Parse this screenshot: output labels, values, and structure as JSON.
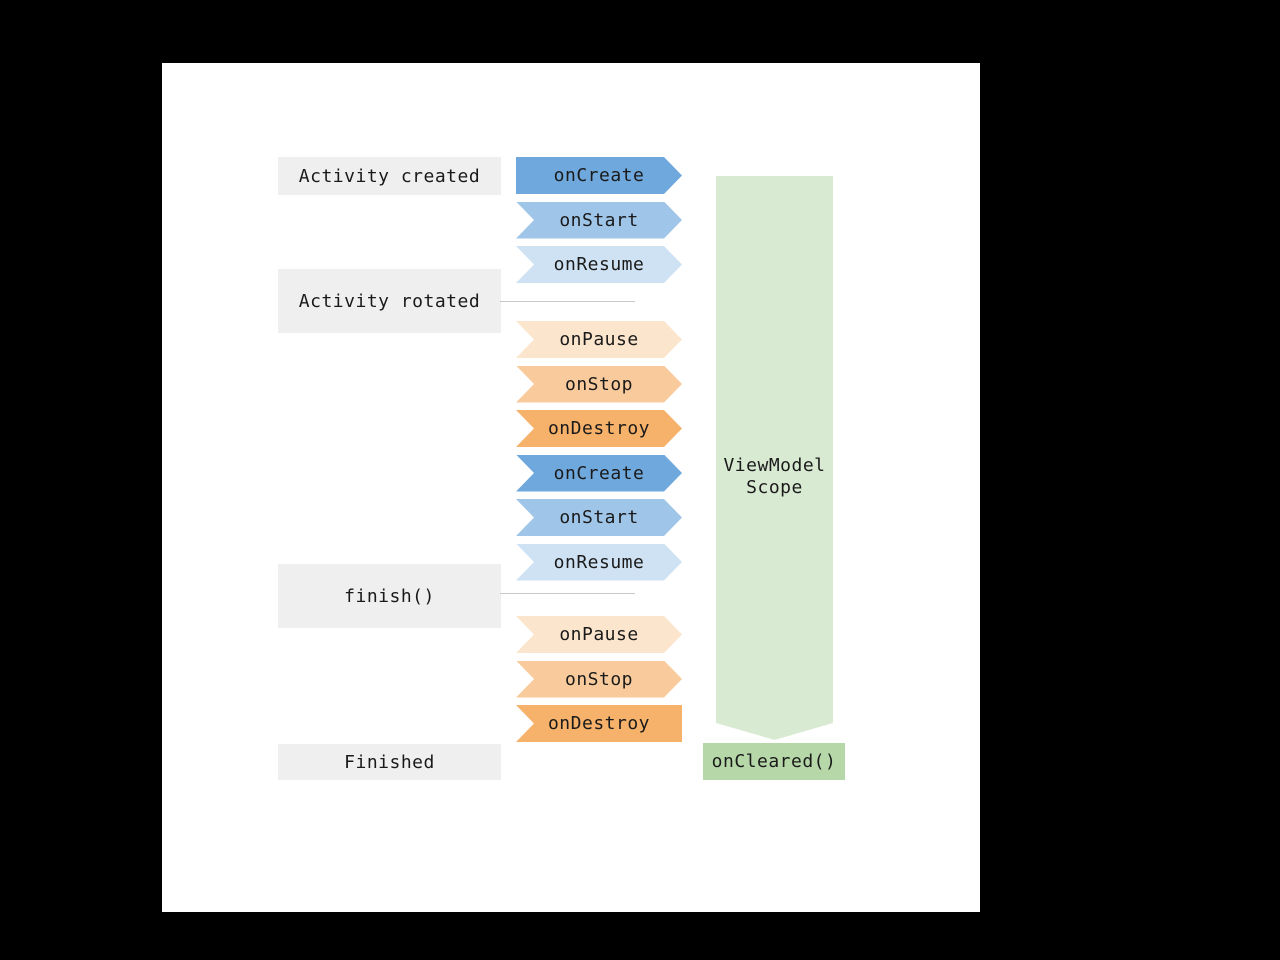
{
  "colors": {
    "blue_strong": "#6FA8DC",
    "blue_medium": "#9FC5E8",
    "blue_light": "#CFE2F3",
    "orange_light": "#FCE5CD",
    "orange_medium": "#F9CB9C",
    "orange_strong": "#F6B26B",
    "green_scope": "#D9EAD3",
    "green_cleared": "#B6D7A8",
    "state_box_gray": "#EFEFEF",
    "divider_gray": "#C9C9C9",
    "canvas_white": "#FFFFFF",
    "page_black": "#000000",
    "text_dark": "#1A1A1A"
  },
  "state_labels": [
    {
      "text": "Activity created"
    },
    {
      "text": "Activity rotated"
    },
    {
      "text": "finish()"
    },
    {
      "text": "Finished"
    }
  ],
  "lifecycle_chevrons": [
    {
      "label": "onCreate",
      "color": "blue_strong",
      "shape": "start"
    },
    {
      "label": "onStart",
      "color": "blue_medium",
      "shape": "mid"
    },
    {
      "label": "onResume",
      "color": "blue_light",
      "shape": "mid"
    },
    {
      "label": "onPause",
      "color": "orange_light",
      "shape": "mid"
    },
    {
      "label": "onStop",
      "color": "orange_medium",
      "shape": "mid"
    },
    {
      "label": "onDestroy",
      "color": "orange_strong",
      "shape": "mid"
    },
    {
      "label": "onCreate",
      "color": "blue_strong",
      "shape": "mid"
    },
    {
      "label": "onStart",
      "color": "blue_medium",
      "shape": "mid"
    },
    {
      "label": "onResume",
      "color": "blue_light",
      "shape": "mid"
    },
    {
      "label": "onPause",
      "color": "orange_light",
      "shape": "mid"
    },
    {
      "label": "onStop",
      "color": "orange_medium",
      "shape": "mid"
    },
    {
      "label": "onDestroy",
      "color": "orange_strong",
      "shape": "end"
    }
  ],
  "viewmodel": {
    "scope_lines": [
      "ViewModel",
      "Scope"
    ],
    "cleared_label": "onCleared()"
  }
}
